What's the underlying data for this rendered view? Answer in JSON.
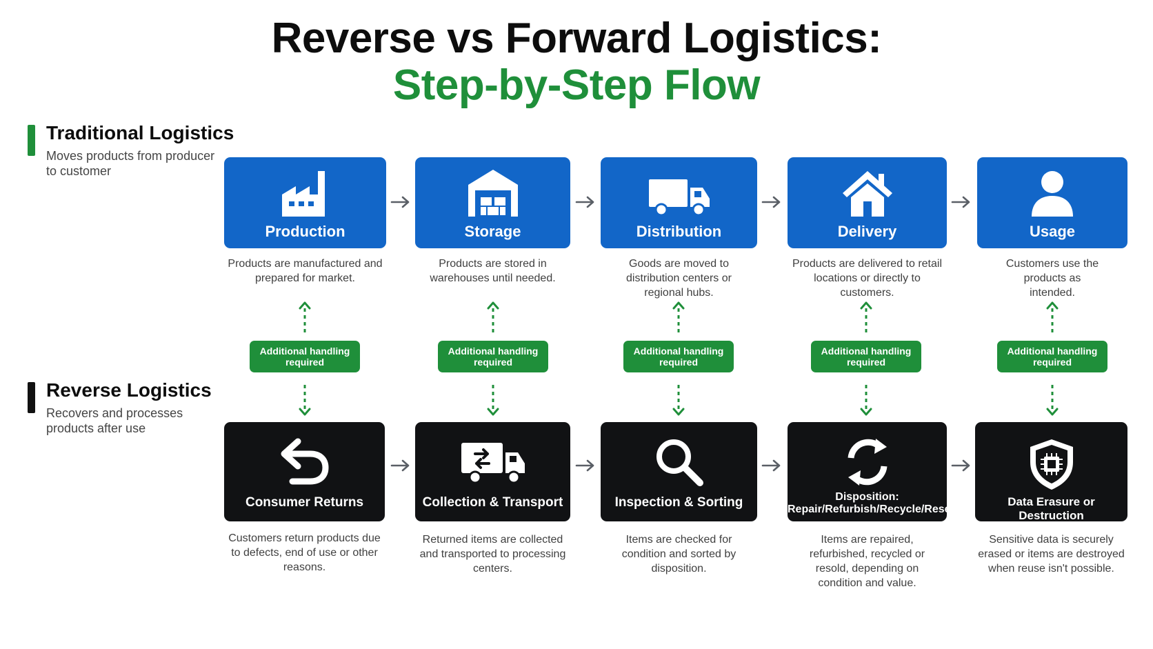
{
  "title": {
    "line1": "Reverse vs Forward Logistics:",
    "line2": "Step-by-Step Flow"
  },
  "colors": {
    "forward": "#1266c8",
    "reverse": "#111214",
    "accent_green": "#1f8f3a",
    "arrow_gray": "#5a5f66"
  },
  "traditional": {
    "name": "Traditional Logistics",
    "description": "Moves products from producer to customer"
  },
  "reverse": {
    "name": "Reverse Logistics",
    "description": "Recovers and processes products after use"
  },
  "forward_steps": [
    {
      "label": "Production",
      "icon": "factory-icon",
      "description": "Products are manufactured and prepared for market."
    },
    {
      "label": "Storage",
      "icon": "warehouse-icon",
      "description": "Products are stored in warehouses until needed."
    },
    {
      "label": "Distribution",
      "icon": "truck-icon",
      "description": "Goods are moved to distribution centers or regional hubs."
    },
    {
      "label": "Delivery",
      "icon": "house-icon",
      "description": "Products are delivered to retail locations or directly to customers."
    },
    {
      "label": "Usage",
      "icon": "user-icon",
      "description": "Customers use the products as intended."
    }
  ],
  "reverse_steps": [
    {
      "label": "Consumer Returns",
      "icon": "return-arrow-icon",
      "description": "Customers return products due to defects, end of use or other reasons."
    },
    {
      "label": "Collection & Transport",
      "icon": "return-truck-icon",
      "description": "Returned items are collected and transported to processing centers."
    },
    {
      "label": "Inspection & Sorting",
      "icon": "magnifier-icon",
      "description": "Items are checked for condition and sorted by disposition."
    },
    {
      "label": "Disposition:",
      "label2": "Repair/Refurbish/Recycle/Resell",
      "icon": "recycle-icon",
      "description": "Items are repaired, refurbished, recycled or resold, depending on condition and value."
    },
    {
      "label": "Data Erasure or Destruction",
      "icon": "shield-chip-icon",
      "description": "Sensitive data is securely erased or items are destroyed when reuse isn't possible."
    }
  ],
  "connector_label": "Additional handling required"
}
